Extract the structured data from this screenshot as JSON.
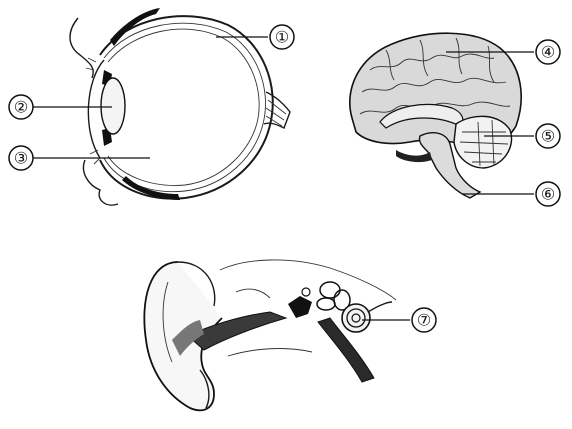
{
  "diagram": {
    "labels": {
      "eye_retina": "①",
      "eye_lens": "②",
      "eye_vitreous": "③",
      "brain_cerebrum": "④",
      "brain_cerebellum": "⑤",
      "brain_stem": "⑥",
      "ear_inner": "⑦"
    }
  }
}
